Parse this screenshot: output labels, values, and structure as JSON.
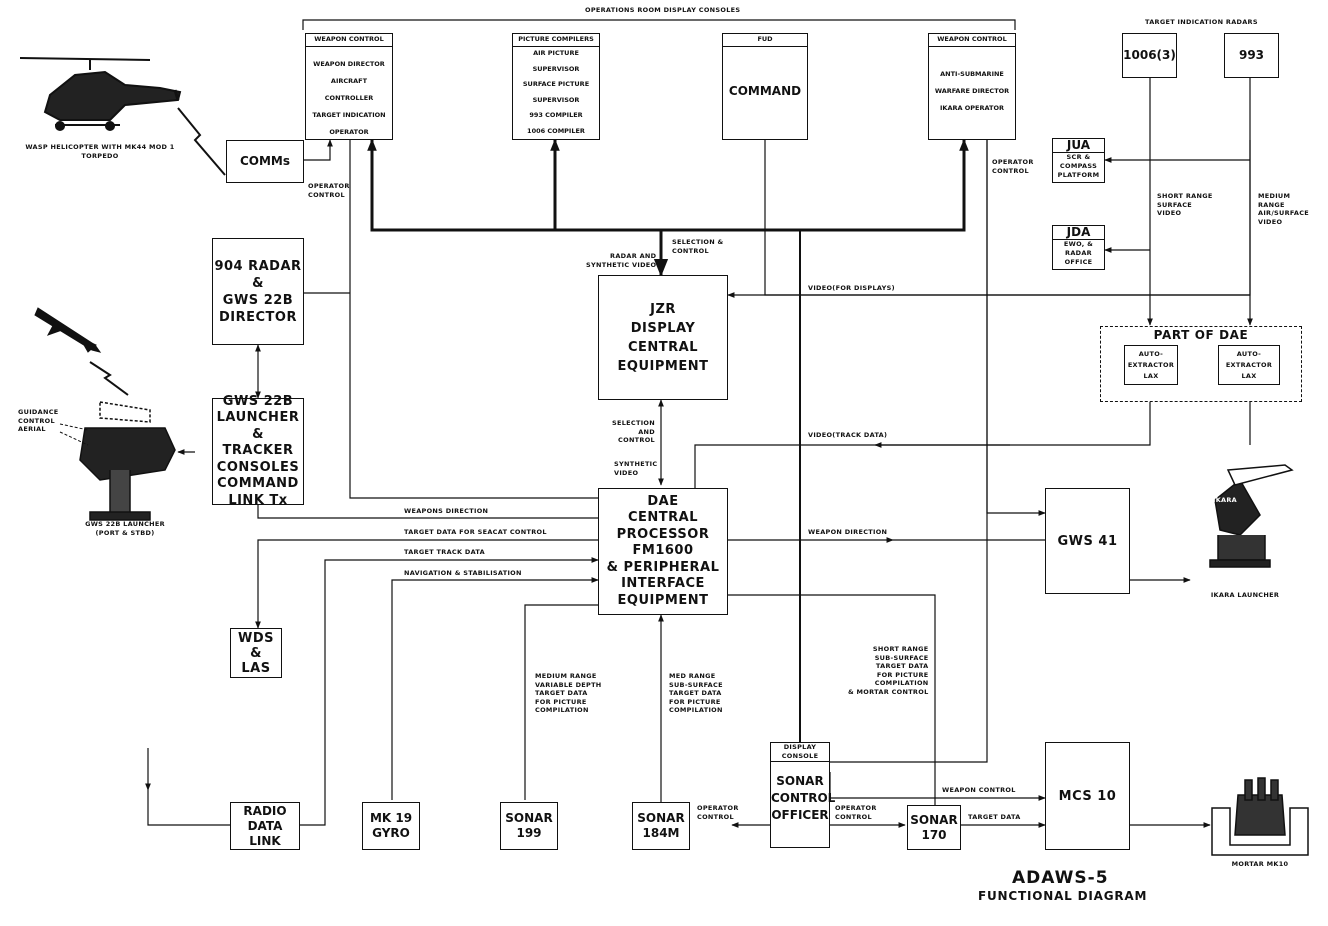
{
  "header": {
    "consoles_title": "OPERATIONS ROOM DISPLAY CONSOLES",
    "radars_title": "TARGET INDICATION RADARS"
  },
  "consoles": {
    "weapon_control_1": {
      "title": "WEAPON CONTROL",
      "lines": [
        "WEAPON DIRECTOR",
        "AIRCRAFT CONTROLLER",
        "TARGET INDICATION",
        "OPERATOR"
      ]
    },
    "picture_compilers": {
      "title": "PICTURE COMPILERS",
      "lines": [
        "AIR PICTURE",
        "SUPERVISOR",
        "SURFACE PICTURE",
        "SUPERVISOR",
        "993 COMPILER",
        "1006 COMPILER"
      ]
    },
    "fud": {
      "title": "FUD",
      "main": "COMMAND"
    },
    "weapon_control_2": {
      "title": "WEAPON CONTROL",
      "lines": [
        "ANTI-SUBMARINE",
        "WARFARE DIRECTOR",
        "IKARA OPERATOR"
      ]
    }
  },
  "radars": {
    "r1006": "1006(3)",
    "r993": "993"
  },
  "boxes": {
    "comms": "COMMs",
    "jua": {
      "title": "JUA",
      "lines": [
        "SCR &",
        "COMPASS",
        "PLATFORM"
      ]
    },
    "jda": {
      "title": "JDA",
      "lines": [
        "EWO, &",
        "RADAR",
        "OFFICE"
      ]
    },
    "radar904": [
      "904 RADAR &",
      "GWS 22B",
      "DIRECTOR"
    ],
    "jzr": [
      "JZR",
      "DISPLAY",
      "CENTRAL",
      "EQUIPMENT"
    ],
    "dae_part_title": "PART OF DAE",
    "extractor": [
      "AUTO-",
      "EXTRACTOR",
      "LAX"
    ],
    "gws22b_launcher": [
      "GWS 22B",
      "LAUNCHER &",
      "TRACKER",
      "CONSOLES",
      "COMMAND",
      "LINK Tx"
    ],
    "dae": [
      "DAE",
      "CENTRAL",
      "PROCESSOR",
      "FM1600",
      "& PERIPHERAL",
      "INTERFACE",
      "EQUIPMENT"
    ],
    "gws41": "GWS 41",
    "wds": [
      "WDS",
      "&",
      "LAS"
    ],
    "radio_data_link": [
      "RADIO",
      "DATA",
      "LINK"
    ],
    "mk19": [
      "MK 19",
      "GYRO"
    ],
    "sonar199": [
      "SONAR",
      "199"
    ],
    "sonar184": [
      "SONAR",
      "184M"
    ],
    "sonar_control": {
      "header": [
        "DISPLAY",
        "CONSOLE"
      ],
      "lines": [
        "SONAR",
        "CONTROL",
        "OFFICER"
      ]
    },
    "sonar170": [
      "SONAR",
      "170"
    ],
    "mcs10": "MCS 10"
  },
  "labels": {
    "operator_control_left": [
      "OPERATOR",
      "CONTROL"
    ],
    "operator_control_right": [
      "OPERATOR",
      "CONTROL"
    ],
    "radar_synthetic": [
      "RADAR AND",
      "SYNTHETIC VIDEO"
    ],
    "selection_control_top": [
      "SELECTION &",
      "CONTROL"
    ],
    "video_displays": "VIDEO(FOR DISPLAYS)",
    "short_range_surface": [
      "SHORT RANGE",
      "SURFACE",
      "VIDEO"
    ],
    "medium_range_air": [
      "MEDIUM",
      "RANGE",
      "AIR/SURFACE",
      "VIDEO"
    ],
    "selection_control_mid": [
      "SELECTION",
      "AND",
      "CONTROL"
    ],
    "synthetic_video": [
      "SYNTHETIC",
      "VIDEO"
    ],
    "video_track": "VIDEO(TRACK DATA)",
    "weapons_direction": "WEAPONS DIRECTION",
    "target_seacat": "TARGET DATA FOR SEACAT CONTROL",
    "target_track": "TARGET TRACK DATA",
    "nav_stab": "NAVIGATION & STABILISATION",
    "weapon_direction_right": "WEAPON DIRECTION",
    "medium_range_vd": [
      "MEDIUM RANGE",
      "VARIABLE DEPTH",
      "TARGET DATA",
      "FOR PICTURE",
      "COMPILATION"
    ],
    "med_range_sub": [
      "MED RANGE",
      "SUB-SURFACE",
      "TARGET DATA",
      "FOR PICTURE",
      "COMPILATION"
    ],
    "short_range_sub": [
      "SHORT RANGE",
      "SUB-SURFACE",
      "TARGET DATA",
      "FOR PICTURE",
      "COMPILATION",
      "& MORTAR CONTROL"
    ],
    "operator_control_184": [
      "OPERATOR",
      "CONTROL"
    ],
    "operator_control_170": [
      "OPERATOR",
      "CONTROL"
    ],
    "weapon_control_mcs": "WEAPON CONTROL",
    "target_data_mcs": "TARGET DATA",
    "guidance": [
      "GUIDANCE",
      "CONTROL",
      "AERIAL"
    ]
  },
  "captions": {
    "helicopter": [
      "WASP HELICOPTER WITH MK44 MOD 1",
      "TORPEDO"
    ],
    "gws22b_launcher": [
      "GWS 22B LAUNCHER",
      "(PORT & STBD)"
    ],
    "ikara_launcher": "IKARA LAUNCHER",
    "ikara": "IKARA",
    "mortar": "MORTAR MK10"
  },
  "title": {
    "main": "ADAWS-5",
    "sub": "FUNCTIONAL DIAGRAM"
  }
}
